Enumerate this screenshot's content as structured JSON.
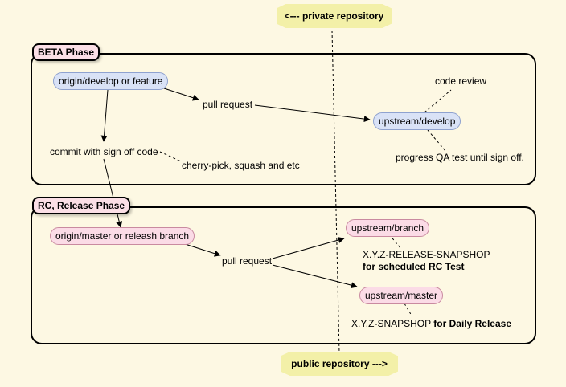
{
  "banners": {
    "private": "<--- private repository",
    "public": "public repository --->"
  },
  "beta": {
    "title": "BETA Phase",
    "origin_node": "origin/develop or feature",
    "pull_request": "pull request",
    "upstream_node": "upstream/develop",
    "code_review": "code review",
    "commit": "commit with sign off code",
    "cherry_pick": "cherry-pick, squash and etc",
    "progress_qa": "progress QA test until sign off."
  },
  "rc": {
    "title": "RC, Release Phase",
    "origin_node": "origin/master or releash branch",
    "pull_request": "pull request",
    "upstream_branch": "upstream/branch",
    "snapshot_release": "X.Y.Z-RELEASE-SNAPSHOP",
    "snapshot_release_note": "for scheduled RC Test",
    "upstream_master": "upstream/master",
    "snapshot_daily": "X.Y.Z-SNAPSHOP",
    "snapshot_daily_note": "for Daily Release"
  }
}
